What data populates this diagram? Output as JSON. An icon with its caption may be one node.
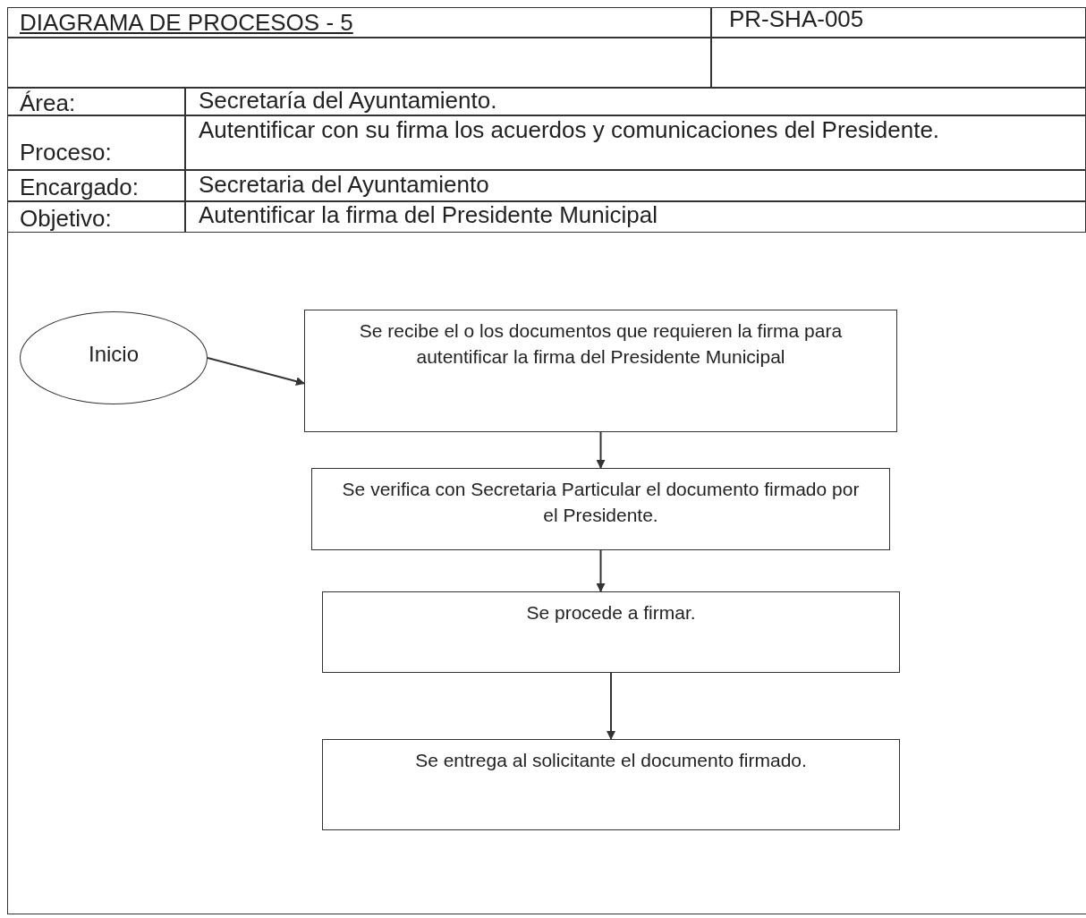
{
  "diagram": {
    "title": "DIAGRAMA DE PROCESOS - 5",
    "nodes": [
      {
        "text": [
          "Inicio"
        ]
      },
      {
        "text": [
          "Se recibe el o los documentos que requieren la firma para autentificar la firma del Presidente Municipal"
        ]
      },
      {
        "text": [
          "Se verifica con Secretaria Particular el documento firmado por el Presidente."
        ]
      },
      {
        "text": [
          "Se procede a firmar."
        ]
      },
      {
        "text": [
          "Se entrega al solicitante el documento firmado."
        ]
      }
    ],
    "edges": [
      {
        "from": 0,
        "to": 1,
        "arrow": "to"
      },
      {
        "from": 1,
        "to": 2,
        "arrow": "to"
      },
      {
        "from": 2,
        "to": 3,
        "arrow": "to"
      },
      {
        "from": 3,
        "to": 4,
        "arrow": "to"
      }
    ],
    "labels": [
      "PR-SHA-005",
      "Área:",
      "Secretaría del Ayuntamiento.",
      "Proceso:",
      "Autentificar con su firma los acuerdos y comunicaciones del Presidente.",
      "Encargado:",
      "Secretaria del Ayuntamiento",
      "Objetivo:",
      "Autentificar la firma del Presidente Municipal"
    ]
  }
}
